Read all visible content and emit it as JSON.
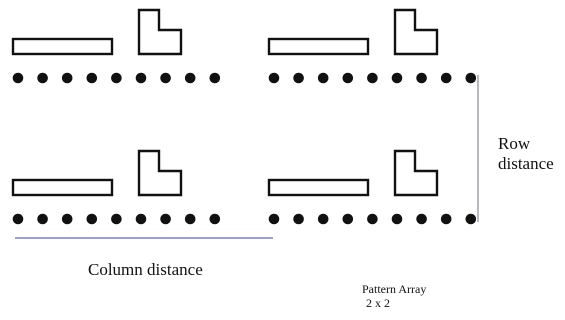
{
  "diagram": {
    "row_distance_label": [
      "Row",
      "distance"
    ],
    "column_distance_label": "Column distance",
    "pattern_label": "Pattern Array",
    "pattern_dims": "2 x 2",
    "pattern": {
      "rows": 2,
      "columns": 2,
      "dots_per_unit": 9,
      "cell_parts": [
        "long-rectangle",
        "l-shape",
        "dot-row"
      ]
    },
    "colors": {
      "shapes": "#111111",
      "row_distance_line": "#8a8a99",
      "column_distance_line": "#5a66c4"
    }
  }
}
